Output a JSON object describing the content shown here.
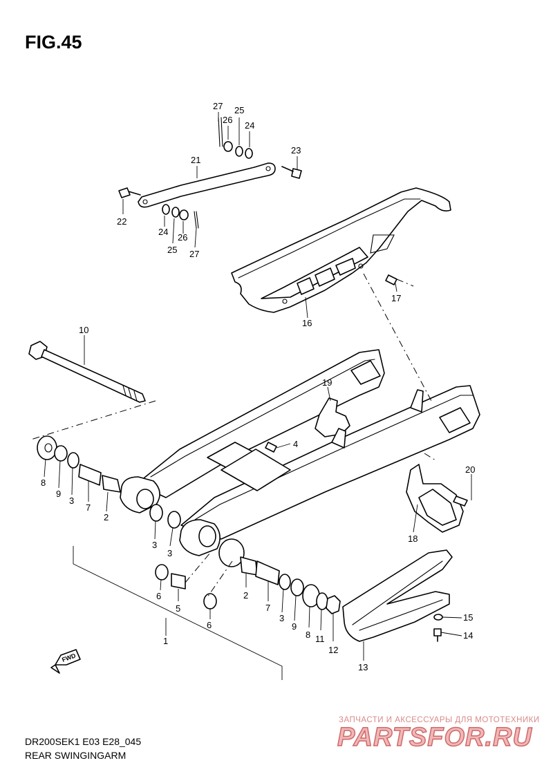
{
  "figure": {
    "title": "FIG.45",
    "model_code": "DR200SEK1 E03 E28_045",
    "name": "REAR SWINGINGARM"
  },
  "watermark": {
    "tagline": "ЗАПЧАСТИ И АКСЕССУАРЫ ДЛЯ МОТОТЕХНИКИ",
    "brand": "PARTSFOR.RU"
  },
  "fwd_label": "FWD",
  "callouts": [
    {
      "id": "c27a",
      "text": "27"
    },
    {
      "id": "c26a",
      "text": "26"
    },
    {
      "id": "c25a",
      "text": "25"
    },
    {
      "id": "c24a",
      "text": "24"
    },
    {
      "id": "c23",
      "text": "23"
    },
    {
      "id": "c21",
      "text": "21"
    },
    {
      "id": "c22",
      "text": "22"
    },
    {
      "id": "c24b",
      "text": "24"
    },
    {
      "id": "c26b",
      "text": "26"
    },
    {
      "id": "c25b",
      "text": "25"
    },
    {
      "id": "c27b",
      "text": "27"
    },
    {
      "id": "c17",
      "text": "17"
    },
    {
      "id": "c16",
      "text": "16"
    },
    {
      "id": "c10",
      "text": "10"
    },
    {
      "id": "c19",
      "text": "19"
    },
    {
      "id": "c4",
      "text": "4"
    },
    {
      "id": "c20",
      "text": "20"
    },
    {
      "id": "c18",
      "text": "18"
    },
    {
      "id": "c8a",
      "text": "8"
    },
    {
      "id": "c9a",
      "text": "9"
    },
    {
      "id": "c3a",
      "text": "3"
    },
    {
      "id": "c7a",
      "text": "7"
    },
    {
      "id": "c2a",
      "text": "2"
    },
    {
      "id": "c3b",
      "text": "3"
    },
    {
      "id": "c3c",
      "text": "3"
    },
    {
      "id": "c6a",
      "text": "6"
    },
    {
      "id": "c5",
      "text": "5"
    },
    {
      "id": "c6b",
      "text": "6"
    },
    {
      "id": "c2b",
      "text": "2"
    },
    {
      "id": "c7b",
      "text": "7"
    },
    {
      "id": "c3d",
      "text": "3"
    },
    {
      "id": "c9b",
      "text": "9"
    },
    {
      "id": "c8b",
      "text": "8"
    },
    {
      "id": "c11",
      "text": "11"
    },
    {
      "id": "c12",
      "text": "12"
    },
    {
      "id": "c15",
      "text": "15"
    },
    {
      "id": "c14",
      "text": "14"
    },
    {
      "id": "c1",
      "text": "1"
    },
    {
      "id": "c13",
      "text": "13"
    }
  ]
}
